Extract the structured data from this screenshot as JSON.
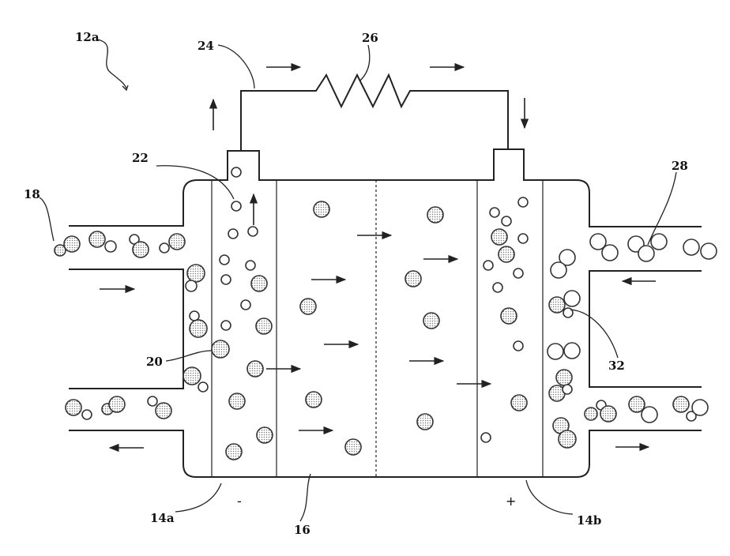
{
  "labels": {
    "assembly": "12a",
    "fuel_inlet": "18",
    "fuel_bubble": "20",
    "anode_bubble": "22",
    "circuit_wire": "24",
    "load": "26",
    "oxidant_inlet": "28",
    "oxidant_bubble": "32",
    "anode": "14a",
    "cathode": "14b",
    "electrolyte": "16"
  },
  "signs": {
    "anode": "-",
    "cathode": "+"
  }
}
